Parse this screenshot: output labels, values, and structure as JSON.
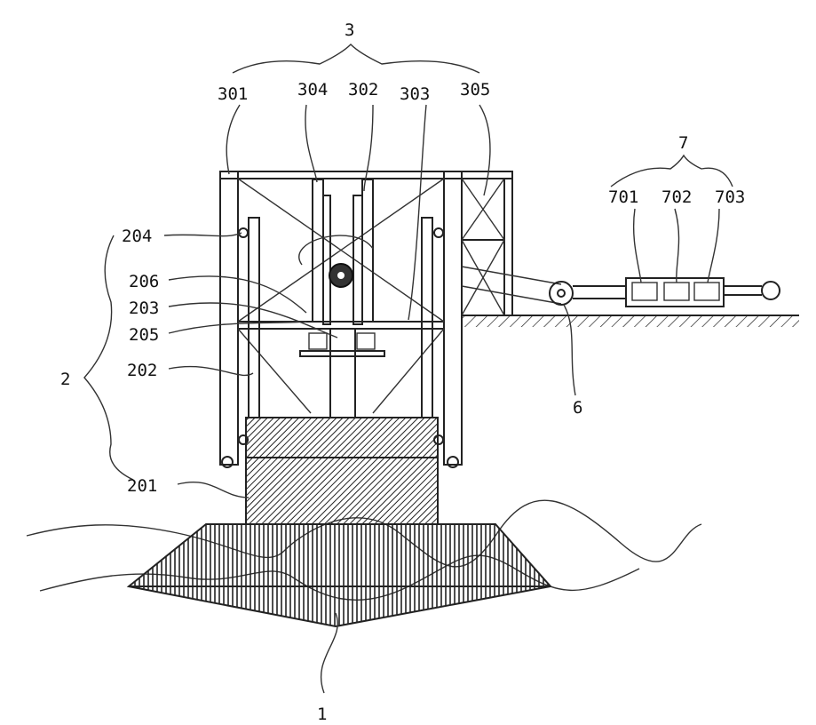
{
  "figure": {
    "labels": {
      "l3": "3",
      "l301": "301",
      "l304": "304",
      "l302": "302",
      "l303": "303",
      "l305": "305",
      "l7": "7",
      "l701": "701",
      "l702": "702",
      "l703": "703",
      "l204": "204",
      "l206": "206",
      "l203": "203",
      "l205": "205",
      "l202": "202",
      "l2": "2",
      "l6": "6",
      "l201": "201",
      "l1": "1"
    },
    "line_color": "#222222"
  }
}
